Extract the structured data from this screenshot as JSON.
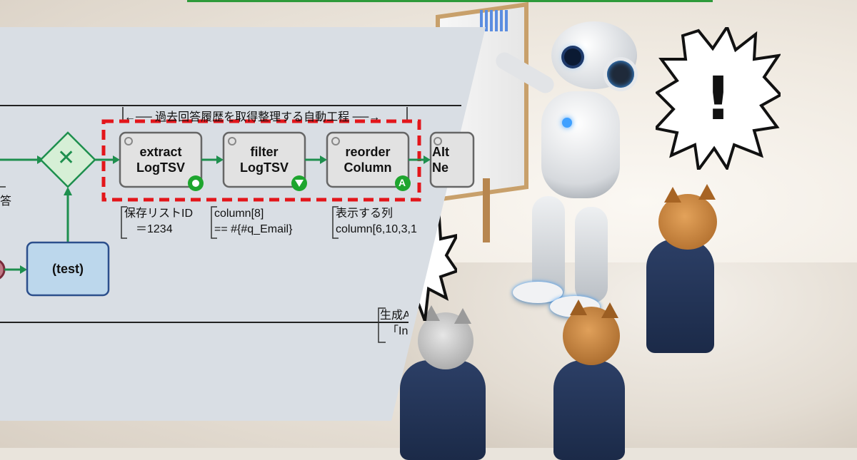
{
  "diagram": {
    "lane_title": "過去回答履歴を取得整理する自動工程",
    "lane_arrow_left": "←──",
    "lane_arrow_right": "──→",
    "gateway_symbol": "✕",
    "tasks": [
      {
        "line1": "extract",
        "line2": "LogTSV",
        "badge": "◎"
      },
      {
        "line1": "filter",
        "line2": "LogTSV",
        "badge": "▽"
      },
      {
        "line1": "reorder",
        "line2": "Column",
        "badge": "A"
      },
      {
        "line1": "AIt",
        "line2": "Ne"
      }
    ],
    "notes": [
      {
        "line1": "保存リストID",
        "line2": "＝1234"
      },
      {
        "line1": "column[8]",
        "line2": "== #{#q_Email}"
      },
      {
        "line1": "表示する列",
        "line2": "column[6,10,3,1"
      }
    ],
    "left_note": "答",
    "test_task": "(test)",
    "bottom_note": {
      "line1": "生成A",
      "line2": "「In"
    },
    "colors": {
      "flow": "#1e8f4e",
      "highlight": "#e3161b",
      "gateway_fill": "#d6efd6",
      "test_fill": "#bcd7ec",
      "test_border": "#2c4f8c"
    }
  },
  "scene": {
    "exclamation": "!",
    "icons": [
      "robot-icon",
      "cat-icon",
      "whiteboard-icon"
    ]
  }
}
